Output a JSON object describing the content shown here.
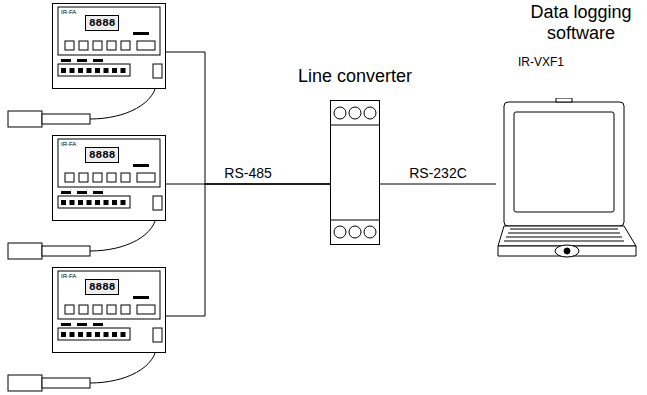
{
  "diagram": {
    "nodes": [
      {
        "text": [
          "IR-FA",
          "8888"
        ]
      },
      {
        "text": [
          "IR-FA",
          "8888"
        ]
      },
      {
        "text": [
          "IR-FA",
          "8888"
        ]
      },
      {
        "text": [
          "Line converter"
        ]
      },
      {
        "text": [
          "Data logging software",
          "IR-VXF1"
        ]
      }
    ],
    "edges": [
      {
        "from": 0,
        "to": 3,
        "arrow": "none"
      },
      {
        "from": 1,
        "to": 3,
        "label": "RS-485",
        "arrow": "none"
      },
      {
        "from": 2,
        "to": 3,
        "arrow": "none"
      },
      {
        "from": 3,
        "to": 4,
        "label": "RS-232C",
        "arrow": "none"
      }
    ]
  }
}
